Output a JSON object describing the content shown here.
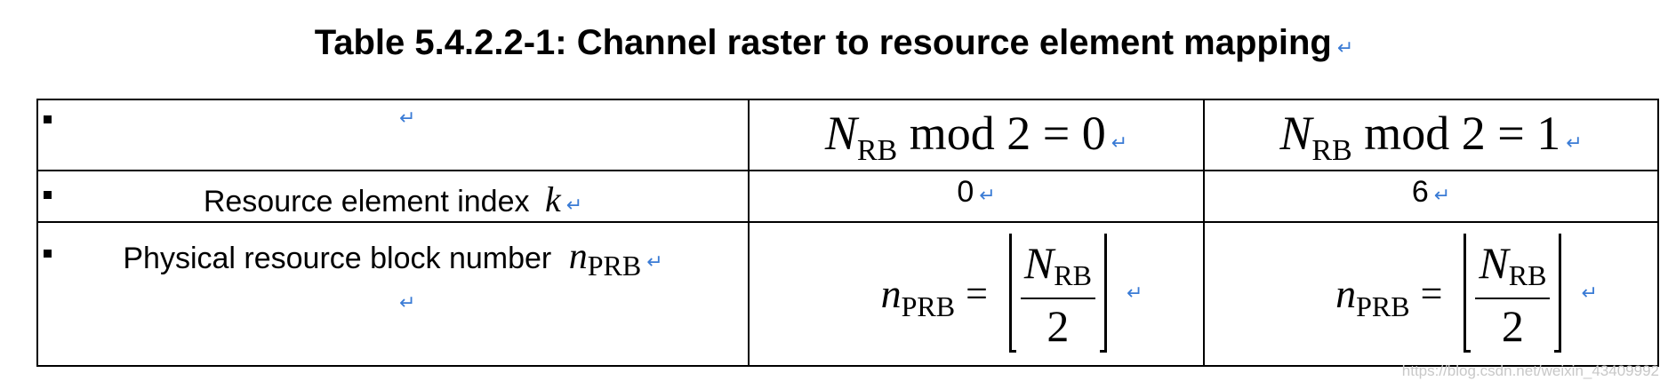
{
  "caption": {
    "text": "Table 5.4.2.2-1: Channel raster to resource element mapping",
    "mark": "↵"
  },
  "table": {
    "bullet": "■",
    "header": {
      "empty_mark": "↵",
      "col1": {
        "symbol": "N",
        "sub": "RB",
        "expr": " mod 2 = 0",
        "mark": "↵"
      },
      "col2": {
        "symbol": "N",
        "sub": "RB",
        "expr": " mod 2 = 1",
        "mark": "↵"
      }
    },
    "rows": [
      {
        "label": "Resource element index",
        "symbol": "k",
        "mark": "↵",
        "values": [
          {
            "text": "0",
            "mark": "↵"
          },
          {
            "text": "6",
            "mark": "↵"
          }
        ]
      },
      {
        "label": "Physical resource block number",
        "symbol": "n",
        "sub": "PRB",
        "mark": "↵",
        "extra_mark": "↵",
        "formula": {
          "lhs": "n",
          "lhs_sub": "PRB",
          "eq": "=",
          "num": "N",
          "num_sub": "RB",
          "den": "2",
          "mark": "↵"
        }
      }
    ]
  },
  "watermark": "https://blog.csdn.net/weixin_43409992"
}
